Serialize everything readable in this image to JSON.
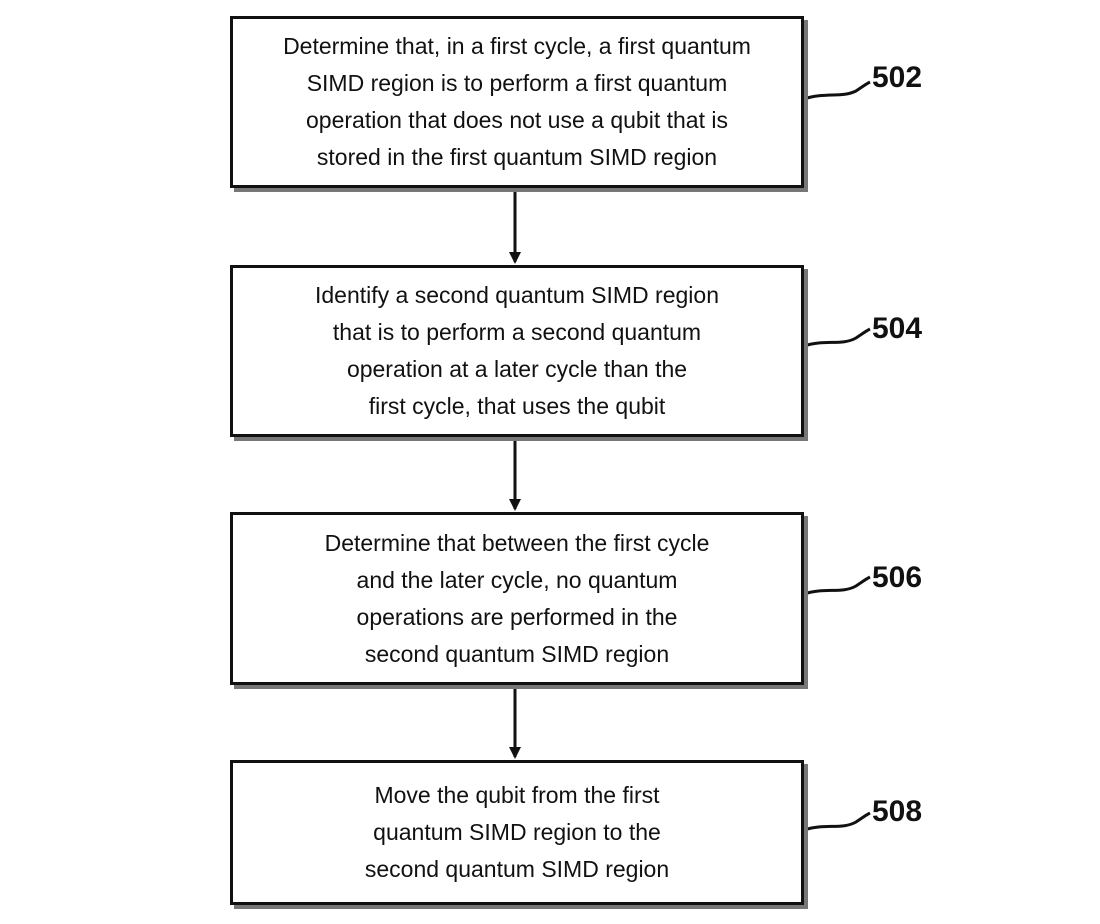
{
  "steps": [
    {
      "ref": "502",
      "text": "Determine that, in a first cycle, a first quantum\nSIMD region is to perform a first quantum\noperation that does not use a qubit that is\nstored in the first quantum SIMD region"
    },
    {
      "ref": "504",
      "text": "Identify a second quantum SIMD region\nthat is to perform a second quantum\noperation at a later cycle than the\nfirst cycle, that uses the qubit"
    },
    {
      "ref": "506",
      "text": "Determine that between the first cycle\nand the later cycle, no quantum\noperations are performed in the\nsecond quantum SIMD region"
    },
    {
      "ref": "508",
      "text": "Move the qubit from the first\nquantum SIMD region to the\nsecond quantum SIMD region"
    }
  ]
}
